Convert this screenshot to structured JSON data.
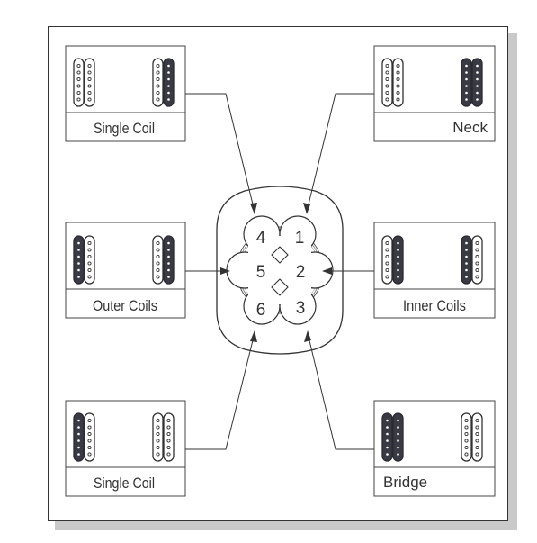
{
  "panels": {
    "top_left": {
      "label": "Single Coil"
    },
    "top_right": {
      "label": "Neck"
    },
    "middle_left": {
      "label": "Outer Coils"
    },
    "middle_right": {
      "label": "Inner Coils"
    },
    "bottom_left": {
      "label": "Single Coil"
    },
    "bottom_right": {
      "label": "Bridge"
    }
  },
  "switch": {
    "positions": [
      "1",
      "2",
      "3",
      "4",
      "5",
      "6"
    ]
  },
  "colors": {
    "active_coil": "#3a3a45",
    "inactive_coil": "#ffffff",
    "stroke": "#333333",
    "frame_shadow": "#c9c9c9"
  }
}
